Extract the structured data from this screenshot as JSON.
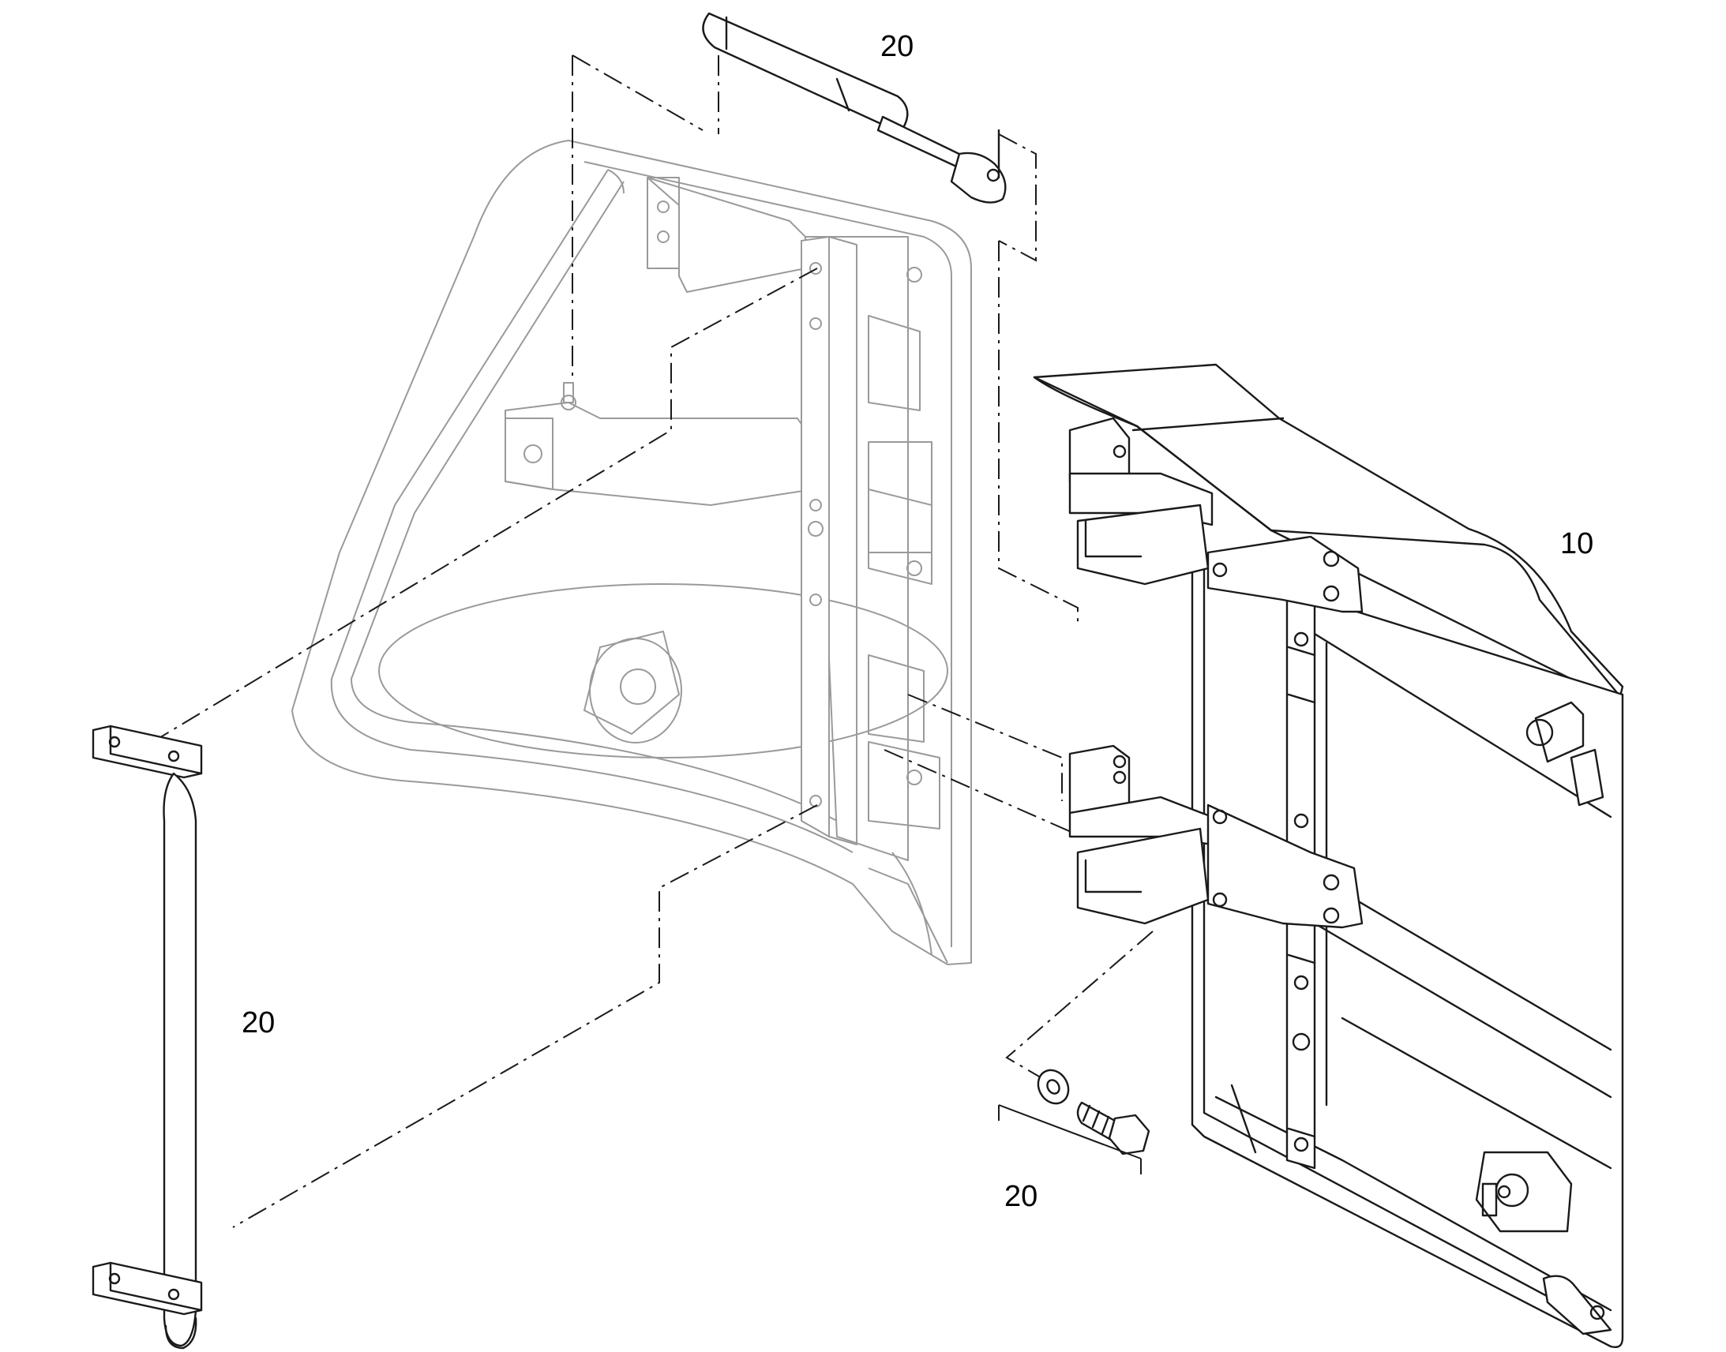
{
  "callouts": {
    "gas_spring": "20",
    "grab_handle": "20",
    "door_panel": "10",
    "bolt_washer": "20"
  }
}
